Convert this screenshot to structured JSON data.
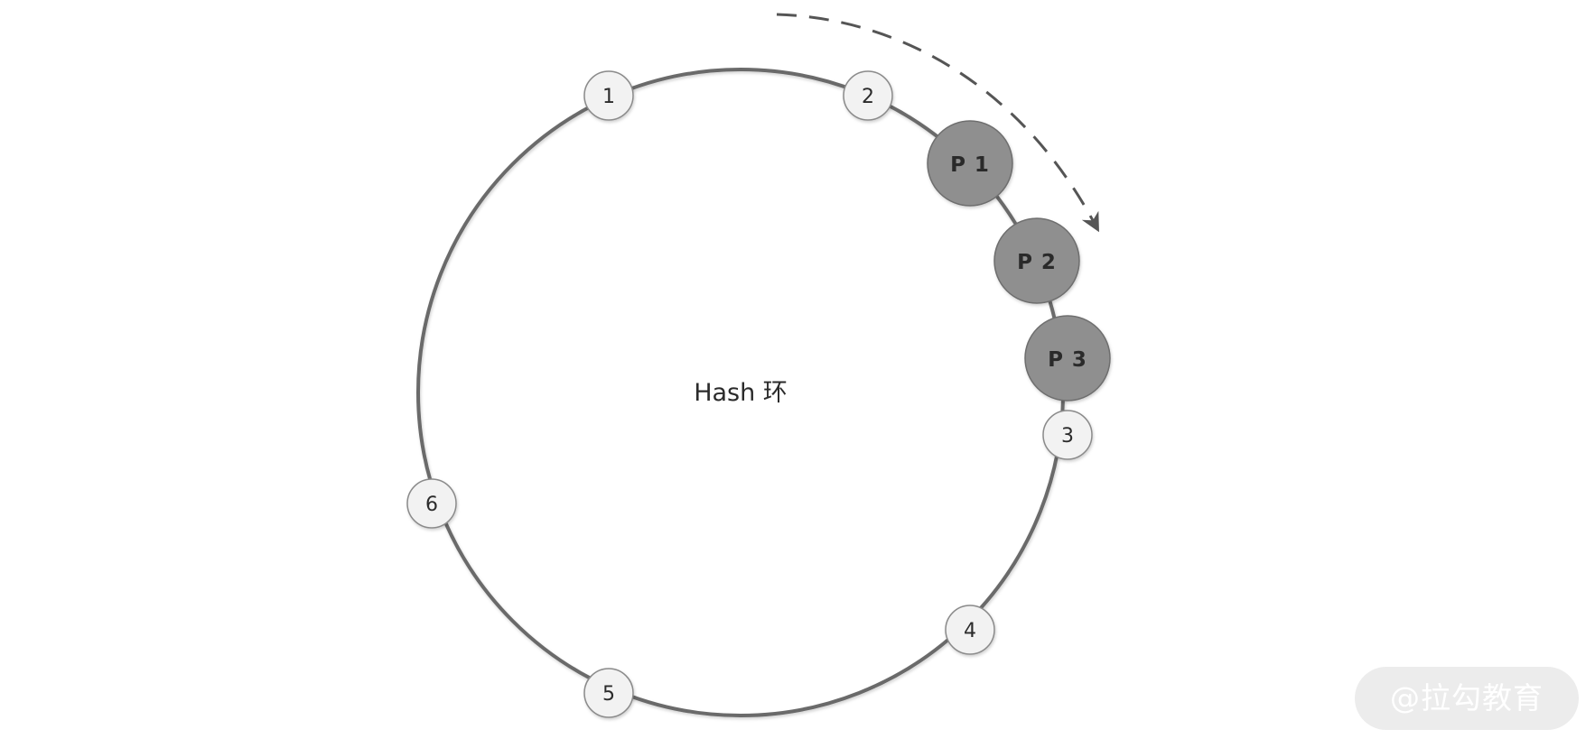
{
  "ring": {
    "label": "Hash 环",
    "color": "#6a6a6a"
  },
  "nodes": [
    {
      "label": "1"
    },
    {
      "label": "2"
    },
    {
      "label": "3"
    },
    {
      "label": "4"
    },
    {
      "label": "5"
    },
    {
      "label": "6"
    }
  ],
  "partitions": [
    {
      "label": "P 1"
    },
    {
      "label": "P 2"
    },
    {
      "label": "P 3"
    }
  ],
  "colors": {
    "node_fill": "#f2f2f2",
    "node_stroke": "#8a8a8a",
    "partition_fill": "#8f8f8f",
    "partition_stroke": "#6e6e6e",
    "arrow": "#555555"
  },
  "watermark": {
    "text": "@拉勾教育"
  }
}
